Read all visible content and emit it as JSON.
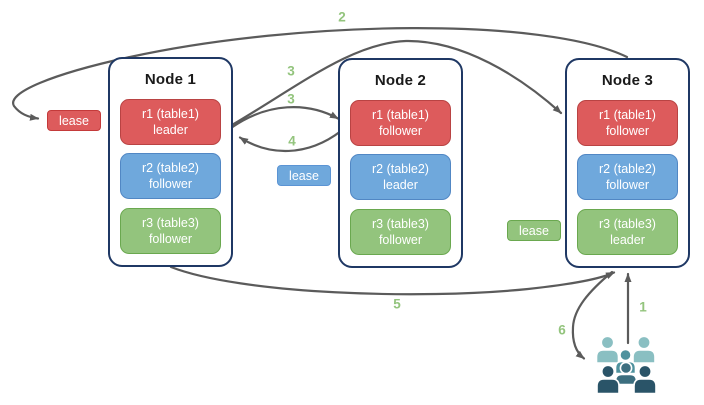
{
  "diagram": {
    "description": "Replica lease / leadership diagram with three nodes, per-table replicas, lease labels, numbered message flow arrows and a clients group",
    "colors": {
      "replica_red": "#dd5b5c",
      "replica_red_border": "#b94343",
      "replica_blue": "#6fa8dc",
      "replica_blue_border": "#5187c4",
      "replica_green": "#93c47d",
      "replica_green_border": "#6aa84f",
      "node_border": "#1f3864",
      "arrow": "#5b5b5b",
      "step_label": "#93c47d",
      "clients_light": "#8abfc2",
      "clients_medium": "#4f929e",
      "clients_mid_dark": "#3c6e7f",
      "clients_dark": "#2a5468"
    },
    "nodes": [
      {
        "title": "Node 1",
        "replicas": [
          {
            "name": "r1 (table1)",
            "role": "leader"
          },
          {
            "name": "r2 (table2)",
            "role": "follower"
          },
          {
            "name": "r3 (table3)",
            "role": "follower"
          }
        ]
      },
      {
        "title": "Node 2",
        "replicas": [
          {
            "name": "r1 (table1)",
            "role": "follower"
          },
          {
            "name": "r2 (table2)",
            "role": "leader"
          },
          {
            "name": "r3 (table3)",
            "role": "follower"
          }
        ]
      },
      {
        "title": "Node 3",
        "replicas": [
          {
            "name": "r1 (table1)",
            "role": "follower"
          },
          {
            "name": "r2 (table2)",
            "role": "follower"
          },
          {
            "name": "r3 (table3)",
            "role": "leader"
          }
        ]
      }
    ],
    "leases": [
      {
        "label": "lease",
        "color": "#dd5b5c"
      },
      {
        "label": "lease",
        "color": "#6fa8dc"
      },
      {
        "label": "lease",
        "color": "#93c47d"
      }
    ],
    "steps": {
      "s1": "1",
      "s2": "2",
      "s3a": "3",
      "s3b": "3",
      "s4": "4",
      "s5": "5",
      "s6": "6"
    },
    "clients_icon": "people-group-icon"
  }
}
